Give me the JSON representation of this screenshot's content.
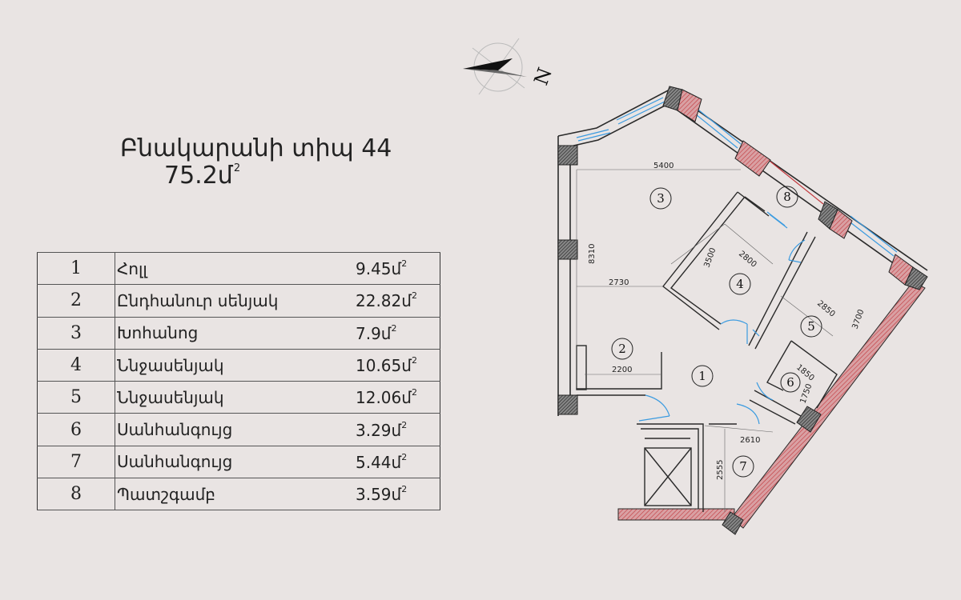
{
  "apartment": {
    "title": "Բնակարանի տիպ 44",
    "area": "75.2մ",
    "area_sup": "2"
  },
  "rooms": [
    {
      "num": "1",
      "name": "Հոլլ",
      "area": "9.45մ",
      "sup": "2"
    },
    {
      "num": "2",
      "name": "Ընդհանուր սենյակ",
      "area": "22.82մ",
      "sup": "2"
    },
    {
      "num": "3",
      "name": "Խոհանոց",
      "area": "7.9մ",
      "sup": "2"
    },
    {
      "num": "4",
      "name": "Ննջասենյակ",
      "area": "10.65մ",
      "sup": "2"
    },
    {
      "num": "5",
      "name": "Ննջասենյակ",
      "area": "12.06մ",
      "sup": "2"
    },
    {
      "num": "6",
      "name": "Սանհանգույց",
      "area": "3.29մ",
      "sup": "2"
    },
    {
      "num": "7",
      "name": "Սանհանգույց",
      "area": "5.44մ",
      "sup": "2"
    },
    {
      "num": "8",
      "name": "Պատշգամբ",
      "area": "3.59մ",
      "sup": "2"
    }
  ],
  "plan": {
    "north_label": "N",
    "dimensions": {
      "kitchen_width": "5400",
      "living_height": "8310",
      "living_width": "2730",
      "bedroom4_a": "3500",
      "bedroom4_b": "2800",
      "bedroom5_a": "2850",
      "bedroom5_b": "3700",
      "wc6_a": "1850",
      "wc6_b": "1750",
      "corridor_width": "2200",
      "wc7_width": "2610",
      "wc7_height": "2555"
    },
    "room_labels": [
      "1",
      "2",
      "3",
      "4",
      "5",
      "6",
      "7",
      "8"
    ]
  },
  "colors": {
    "background": "#e9e4e3",
    "wall": "#2a2a2a",
    "wall_fill": "#d9a0a3",
    "wall_hatch": "#c2373c",
    "window": "#3b9be0",
    "door": "#3b9be0"
  }
}
